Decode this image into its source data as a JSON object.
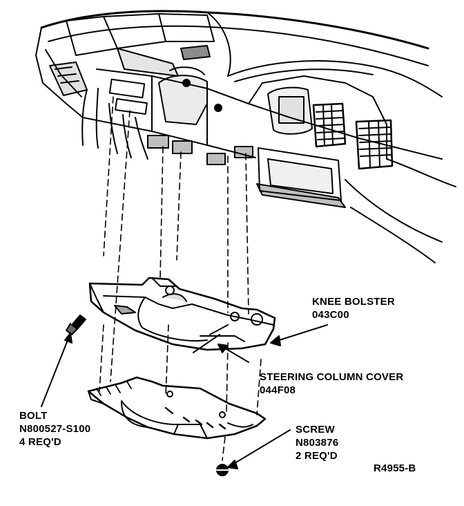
{
  "callouts": {
    "knee_bolster": {
      "name": "KNEE BOLSTER",
      "part_no": "043C00"
    },
    "steering_column_cover": {
      "name": "STEERING COLUMN COVER",
      "part_no": "044F08"
    },
    "bolt": {
      "name": "BOLT",
      "part_no": "N800527-S100",
      "qty": "4 REQ'D"
    },
    "screw": {
      "name": "SCREW",
      "part_no": "N803876",
      "qty": "2 REQ'D"
    }
  },
  "figure_ref": "R4955-B",
  "colors": {
    "ink": "#000000",
    "paper": "#ffffff"
  }
}
